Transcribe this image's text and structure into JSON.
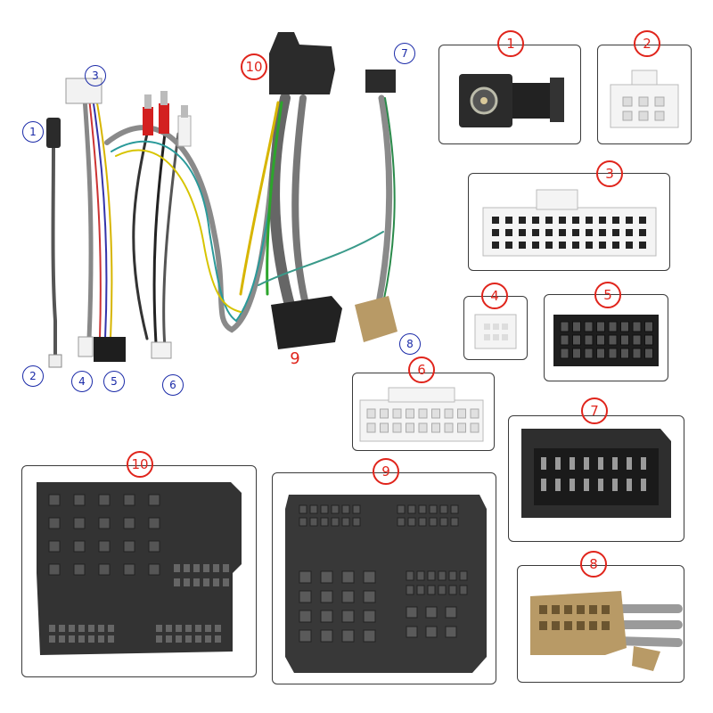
{
  "harness_labels": {
    "c1": "1",
    "c2": "2",
    "c3": "3",
    "c4": "4",
    "c5": "5",
    "c6": "6",
    "c7": "7",
    "c8": "8",
    "c9": "9",
    "c10": "10"
  },
  "panel_labels": {
    "p1": "1",
    "p2": "2",
    "p3": "3",
    "p4": "4",
    "p5": "5",
    "p6": "6",
    "p7": "7",
    "p8": "8",
    "p9": "9",
    "p10": "10"
  },
  "colors": {
    "red_label": "#e0241b",
    "blue_label": "#1a2aa8",
    "connector_black": "#2b2b2b",
    "connector_white": "#f2f2f2",
    "connector_tan": "#b89a66",
    "wire_gray": "#8a8a8a"
  }
}
